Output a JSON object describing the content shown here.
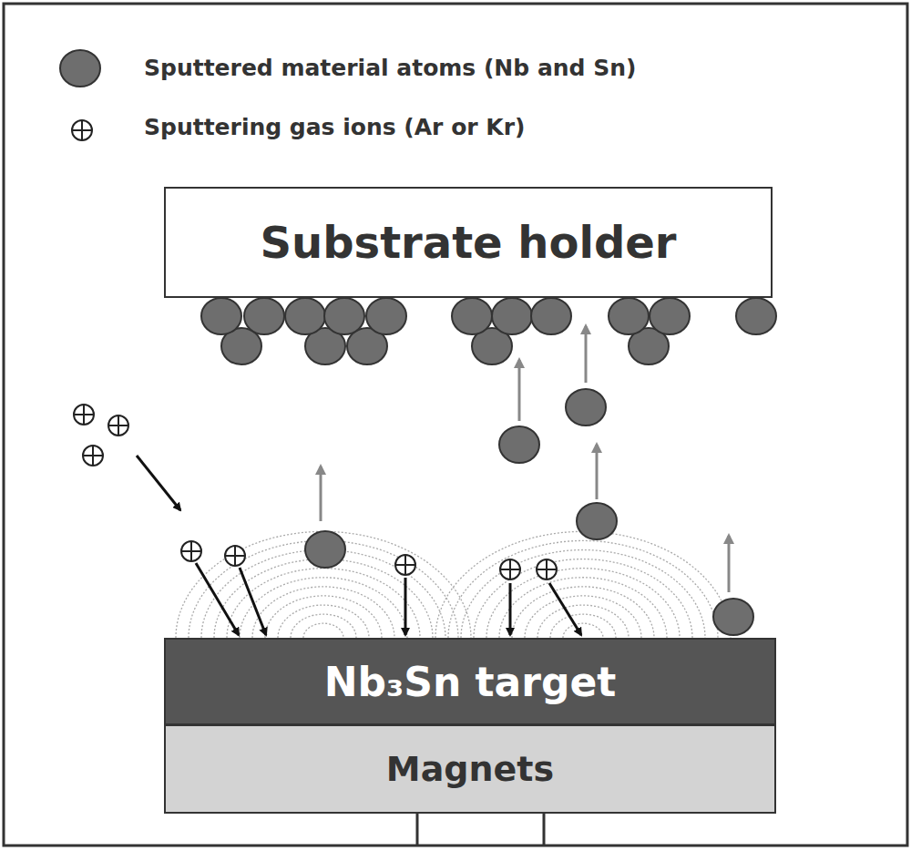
{
  "diagram": {
    "nodes": [
      {
        "text": [
          "Substrate holder"
        ]
      },
      {
        "text": [
          "Nb₃Sn target"
        ]
      },
      {
        "text": [
          "Magnets"
        ]
      }
    ],
    "legend": [
      {
        "text": "Sputtered material atoms (Nb and Sn)"
      },
      {
        "text": "Sputtering gas ions (Ar or Kr)"
      }
    ]
  }
}
